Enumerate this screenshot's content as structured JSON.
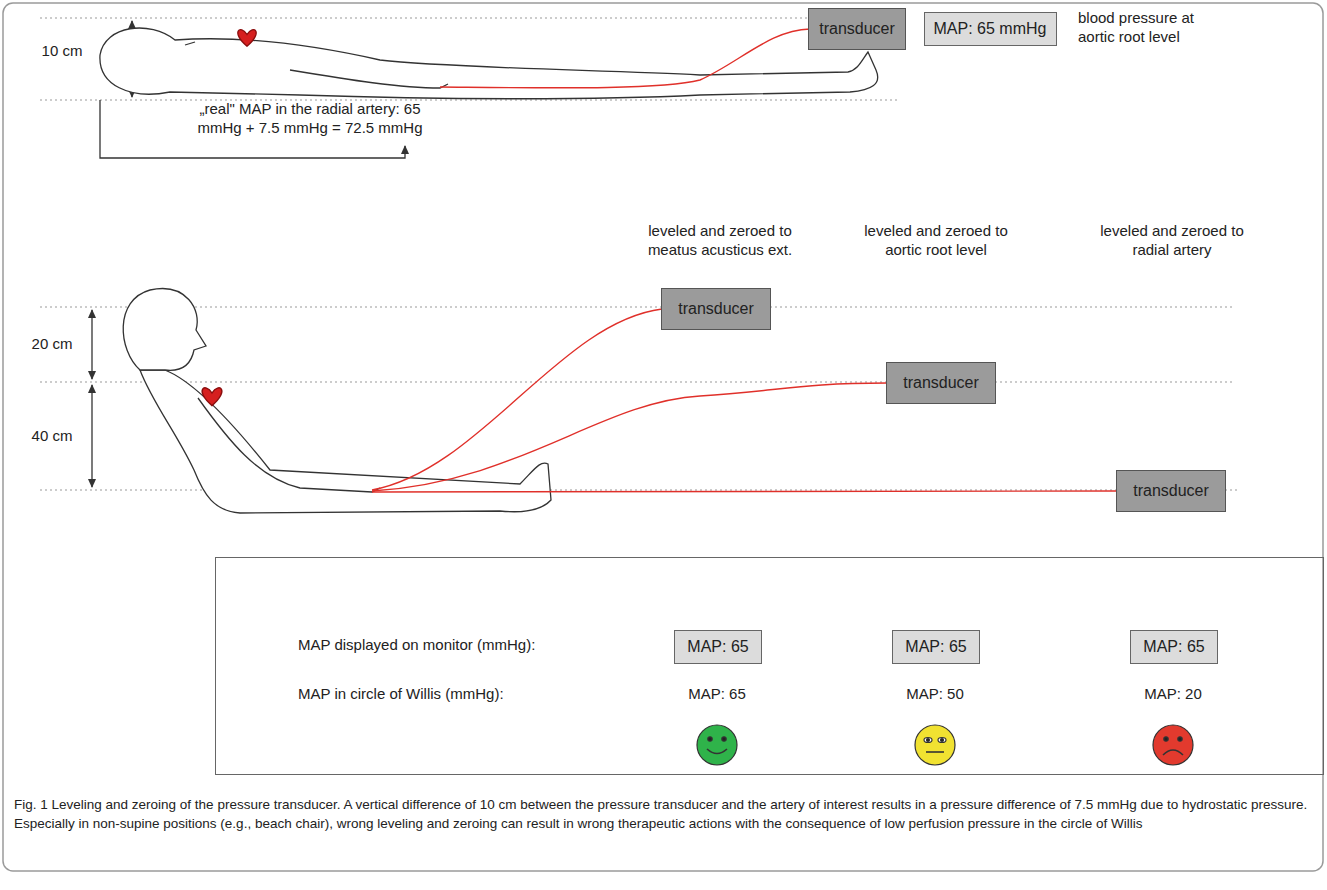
{
  "diagram": {
    "caption": "Fig. 1 Leveling and zeroing of the pressure transducer. A vertical difference of 10 cm between the pressure transducer and the artery of interest results in a pressure difference of 7.5 mmHg due to hydrostatic pressure. Especially in non-supine positions (e.g., beach chair), wrong leveling and zeroing can result in wrong therapeutic actions with the consequence of low perfusion pressure in the circle of Willis",
    "nodes": [
      {
        "text": [
          "transducer"
        ]
      },
      {
        "text": [
          "MAP: 65 mmHg"
        ]
      },
      {
        "text": [
          "transducer"
        ]
      },
      {
        "text": [
          "transducer"
        ]
      },
      {
        "text": [
          "transducer"
        ]
      },
      {
        "text": [
          "MAP displayed on monitor (mmHg):",
          "MAP in circle of Willis (mmHg):"
        ]
      },
      {
        "text": [
          "MAP: 65"
        ],
        "in": 5
      },
      {
        "text": [
          "MAP: 65"
        ],
        "in": 5
      },
      {
        "text": [
          "MAP: 65"
        ],
        "in": 5
      }
    ],
    "labels": [
      "10 cm",
      "blood pressure at aortic root level",
      "„real\" MAP in the radial artery: 65 mmHg + 7.5 mmHg = 72.5 mmHg",
      "leveled and zeroed to meatus acusticus ext.",
      "leveled and zeroed to aortic root level",
      "leveled and zeroed to radial artery",
      "20 cm",
      "40 cm",
      "MAP: 65",
      "MAP: 50",
      "MAP: 20"
    ]
  }
}
